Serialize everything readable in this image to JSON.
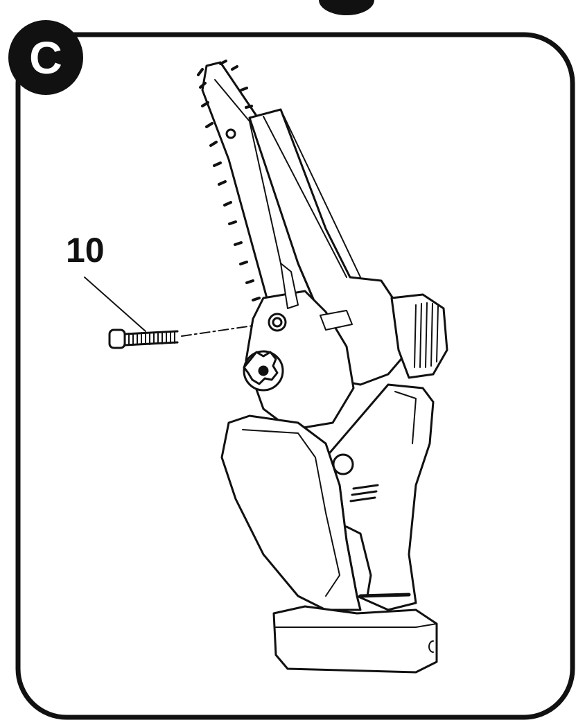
{
  "panel": {
    "step_letter": "C",
    "callout_number": "10",
    "illustration_subject": "chainsaw-side-view",
    "part_shown": "bolt",
    "colors": {
      "ink": "#111111",
      "background": "#ffffff"
    }
  }
}
